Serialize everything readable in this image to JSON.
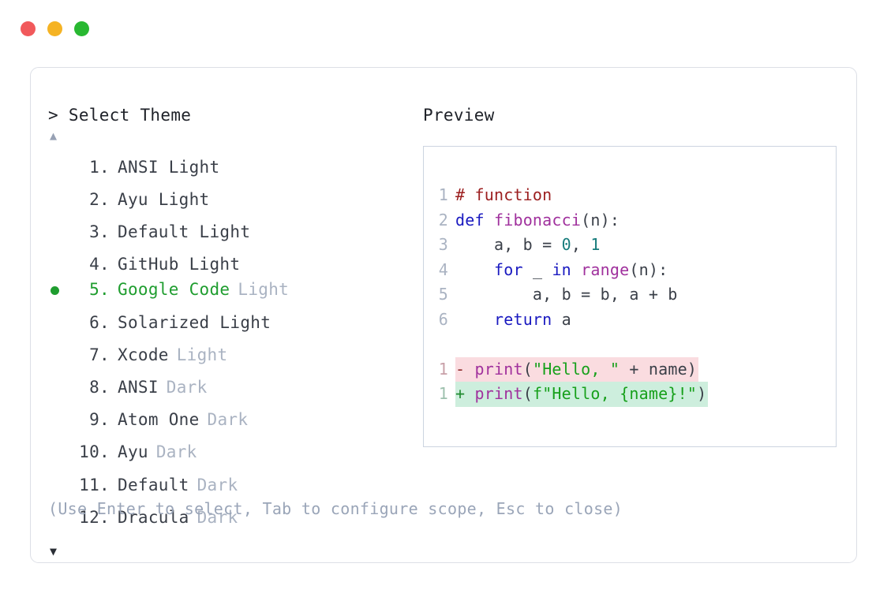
{
  "window": {
    "dots": [
      {
        "name": "close-button",
        "color": "#f1595b"
      },
      {
        "name": "minimize-button",
        "color": "#f5b324"
      },
      {
        "name": "maximize-button",
        "color": "#28b831"
      }
    ]
  },
  "left": {
    "prompt": "> Select Theme",
    "scroll_up": "▲",
    "scroll_down": "▼",
    "selected_index": 5,
    "items": [
      {
        "index": "1.",
        "name": "ANSI Light",
        "variant": "",
        "selected": false
      },
      {
        "index": "2.",
        "name": "Ayu Light",
        "variant": "",
        "selected": false
      },
      {
        "index": "3.",
        "name": "Default Light",
        "variant": "",
        "selected": false
      },
      {
        "index": "4.",
        "name": "GitHub Light",
        "variant": "",
        "selected": false
      },
      {
        "index": "5.",
        "name": "Google Code",
        "variant": "Light",
        "selected": true
      },
      {
        "index": "6.",
        "name": "Solarized Light",
        "variant": "",
        "selected": false
      },
      {
        "index": "7.",
        "name": "Xcode",
        "variant": "Light",
        "selected": false
      },
      {
        "index": "8.",
        "name": "ANSI",
        "variant": "Dark",
        "selected": false
      },
      {
        "index": "9.",
        "name": "Atom One",
        "variant": "Dark",
        "selected": false
      },
      {
        "index": "10.",
        "name": "Ayu",
        "variant": "Dark",
        "selected": false
      },
      {
        "index": "11.",
        "name": "Default",
        "variant": "Dark",
        "selected": false
      },
      {
        "index": "12.",
        "name": "Dracula",
        "variant": "Dark",
        "selected": false
      }
    ],
    "hint": "(Use Enter to select, Tab to configure scope, Esc to close)"
  },
  "right": {
    "label": "Preview",
    "code_lines": [
      {
        "ln": "1",
        "tokens": [
          {
            "t": "# function",
            "c": "t-comment"
          }
        ]
      },
      {
        "ln": "2",
        "tokens": [
          {
            "t": "def ",
            "c": "t-keyword"
          },
          {
            "t": "fibonacci",
            "c": "t-func"
          },
          {
            "t": "(n):",
            "c": "t-plain"
          }
        ]
      },
      {
        "ln": "3",
        "tokens": [
          {
            "t": "    a, b = ",
            "c": "t-plain"
          },
          {
            "t": "0",
            "c": "t-num"
          },
          {
            "t": ", ",
            "c": "t-plain"
          },
          {
            "t": "1",
            "c": "t-num"
          }
        ]
      },
      {
        "ln": "4",
        "tokens": [
          {
            "t": "    ",
            "c": "t-plain"
          },
          {
            "t": "for",
            "c": "t-keyword"
          },
          {
            "t": " _ ",
            "c": "t-plain"
          },
          {
            "t": "in",
            "c": "t-keyword"
          },
          {
            "t": " ",
            "c": "t-plain"
          },
          {
            "t": "range",
            "c": "t-func"
          },
          {
            "t": "(n):",
            "c": "t-plain"
          }
        ]
      },
      {
        "ln": "5",
        "tokens": [
          {
            "t": "        a, b = b, a + b",
            "c": "t-plain"
          }
        ]
      },
      {
        "ln": "6",
        "tokens": [
          {
            "t": "    ",
            "c": "t-plain"
          },
          {
            "t": "return",
            "c": "t-keyword"
          },
          {
            "t": " a",
            "c": "t-plain"
          }
        ]
      }
    ],
    "diff_lines": [
      {
        "ln": "1",
        "kind": "del",
        "tokens": [
          {
            "t": "- ",
            "c": "t-marker-del"
          },
          {
            "t": "print",
            "c": "t-func"
          },
          {
            "t": "(",
            "c": "t-plain"
          },
          {
            "t": "\"Hello, \"",
            "c": "t-str"
          },
          {
            "t": " + name)",
            "c": "t-plain"
          }
        ]
      },
      {
        "ln": "1",
        "kind": "add",
        "tokens": [
          {
            "t": "+ ",
            "c": "t-marker-add"
          },
          {
            "t": "print",
            "c": "t-func"
          },
          {
            "t": "(",
            "c": "t-plain"
          },
          {
            "t": "f\"Hello, {name}!\"",
            "c": "t-str"
          },
          {
            "t": ")",
            "c": "t-plain"
          }
        ]
      }
    ]
  }
}
